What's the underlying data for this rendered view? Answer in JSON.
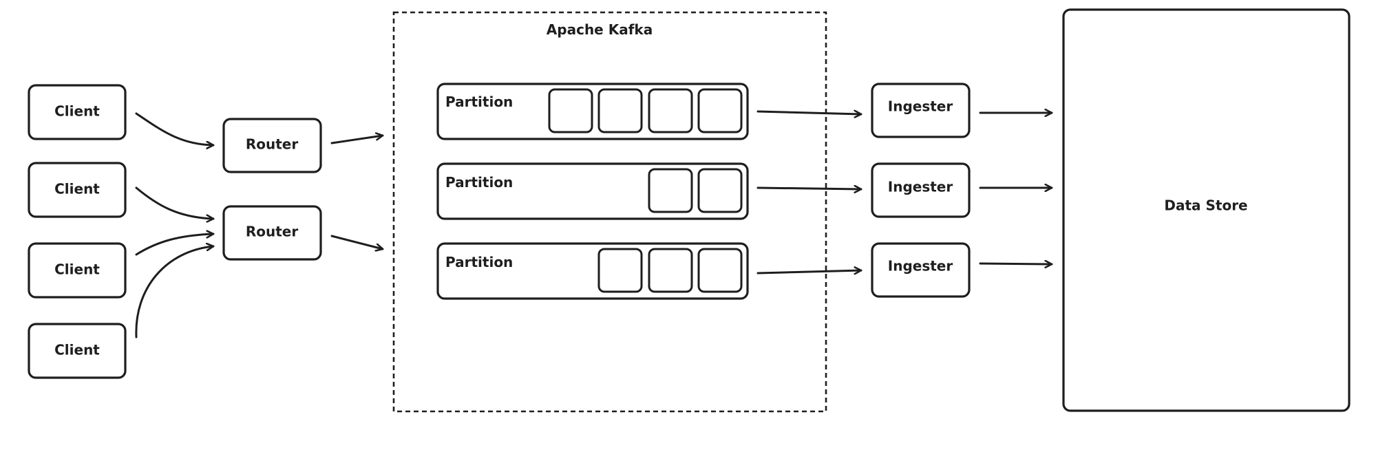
{
  "kafka": {
    "title": "Apache Kafka"
  },
  "clients": [
    "Client",
    "Client",
    "Client",
    "Client"
  ],
  "routers": [
    "Router",
    "Router"
  ],
  "partitions": [
    {
      "label": "Partition",
      "queued_messages": 4
    },
    {
      "label": "Partition",
      "queued_messages": 2
    },
    {
      "label": "Partition",
      "queued_messages": 3
    }
  ],
  "ingesters": [
    "Ingester",
    "Ingester",
    "Ingester"
  ],
  "data_store": {
    "label": "Data Store"
  },
  "colors": {
    "stroke": "#1e1e1e",
    "background": "#ffffff"
  }
}
